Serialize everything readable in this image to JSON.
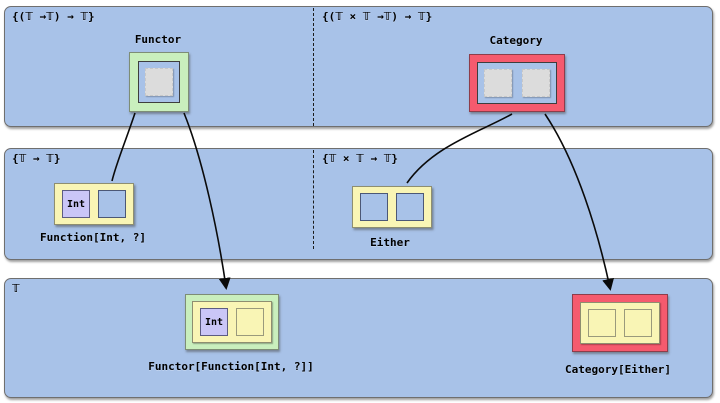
{
  "colors": {
    "band_blue": "#a8c2e8",
    "functor_green": "#c9efbd",
    "category_red": "#f55a6e",
    "type_yellow": "#f9f5b5",
    "int_purple": "#cac6f7",
    "slot_gray": "#dcdcdc",
    "arrow_black": "#0a0a0a"
  },
  "bands": {
    "top_left_label": "{(𝕋 →𝕋) → 𝕋}",
    "top_right_label": "{(𝕋 × 𝕋 →𝕋) → 𝕋}",
    "middle_left_label": "{𝕋 → 𝕋}",
    "middle_right_label": "{𝕋 × 𝕋 → 𝕋}",
    "bottom_label": "𝕋"
  },
  "nodes": {
    "functor": {
      "title": "Functor"
    },
    "category": {
      "title": "Category"
    },
    "function_int": {
      "caption": "Function[Int, ?]",
      "first_slot": "Int"
    },
    "either": {
      "caption": "Either"
    },
    "functor_function_int": {
      "caption": "Functor[Function[Int, ?]]",
      "first_slot": "Int"
    },
    "category_either": {
      "caption": "Category[Either]"
    }
  }
}
